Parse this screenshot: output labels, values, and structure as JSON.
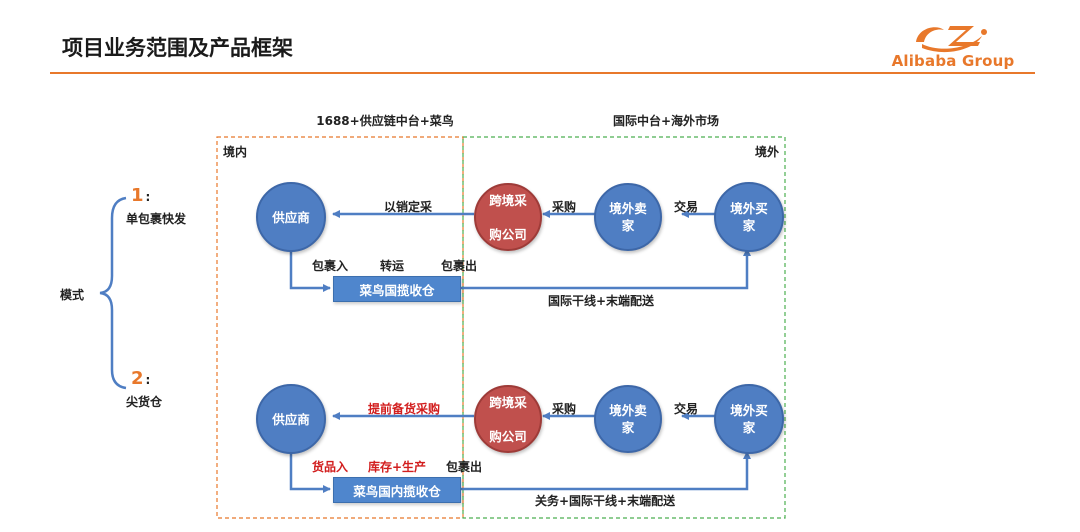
{
  "header": {
    "title": "项目业务范围及产品框架",
    "logo_text": "Alibaba Group"
  },
  "regions": {
    "domestic_header": "1688+供应链中台+菜鸟",
    "overseas_header": "国际中台+海外市场",
    "domestic_label": "境内",
    "overseas_label": "境外"
  },
  "modes": {
    "label": "模式",
    "items": [
      {
        "num": "1",
        "colon": ":",
        "name": "单包裹快发"
      },
      {
        "num": "2",
        "colon": ":",
        "name": "尖货仓"
      }
    ]
  },
  "row1": {
    "supplier": "供应商",
    "crossborder": [
      "跨境采",
      "购公司"
    ],
    "seller": "境外卖家",
    "buyer": "境外买家",
    "warehouse": "菜鸟国揽收仓",
    "edge_purchase_to_supplier": "以销定采",
    "edge_seller_to_company": "采购",
    "edge_buyer_to_seller": "交易",
    "parcel_in": "包裹入",
    "transfer": "转运",
    "parcel_out": "包裹出",
    "shipping": "国际干线+末端配送"
  },
  "row2": {
    "supplier": "供应商",
    "crossborder": [
      "跨境采",
      "购公司"
    ],
    "seller": "境外卖家",
    "buyer": "境外买家",
    "warehouse": "菜鸟国内揽收仓",
    "edge_purchase_to_supplier": "提前备货采购",
    "edge_seller_to_company": "采购",
    "edge_buyer_to_seller": "交易",
    "goods_in": "货品入",
    "stock_production": "库存+生产",
    "parcel_out": "包裹出",
    "shipping": "关务+国际干线+末端配送"
  },
  "colors": {
    "accent_orange": "#e8782b",
    "node_blue": "#4f7ec3",
    "node_red": "#c0504d",
    "highlight_red": "#d21e1e",
    "domestic_border": "#e8782b",
    "overseas_border": "#4caf50",
    "arrow": "#4f7ec3"
  }
}
